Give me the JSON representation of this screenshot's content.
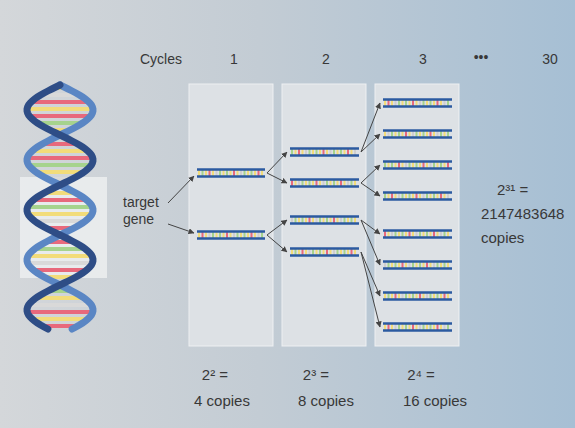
{
  "diagram": {
    "labels": [
      "Cycles",
      "1",
      "2",
      "3",
      "•••",
      "30",
      "target gene",
      "2² =",
      "4 copies",
      "2³ =",
      "8 copies",
      "2⁴ =",
      "16 copies",
      "2³¹ =",
      "2147483648",
      "copies"
    ]
  }
}
